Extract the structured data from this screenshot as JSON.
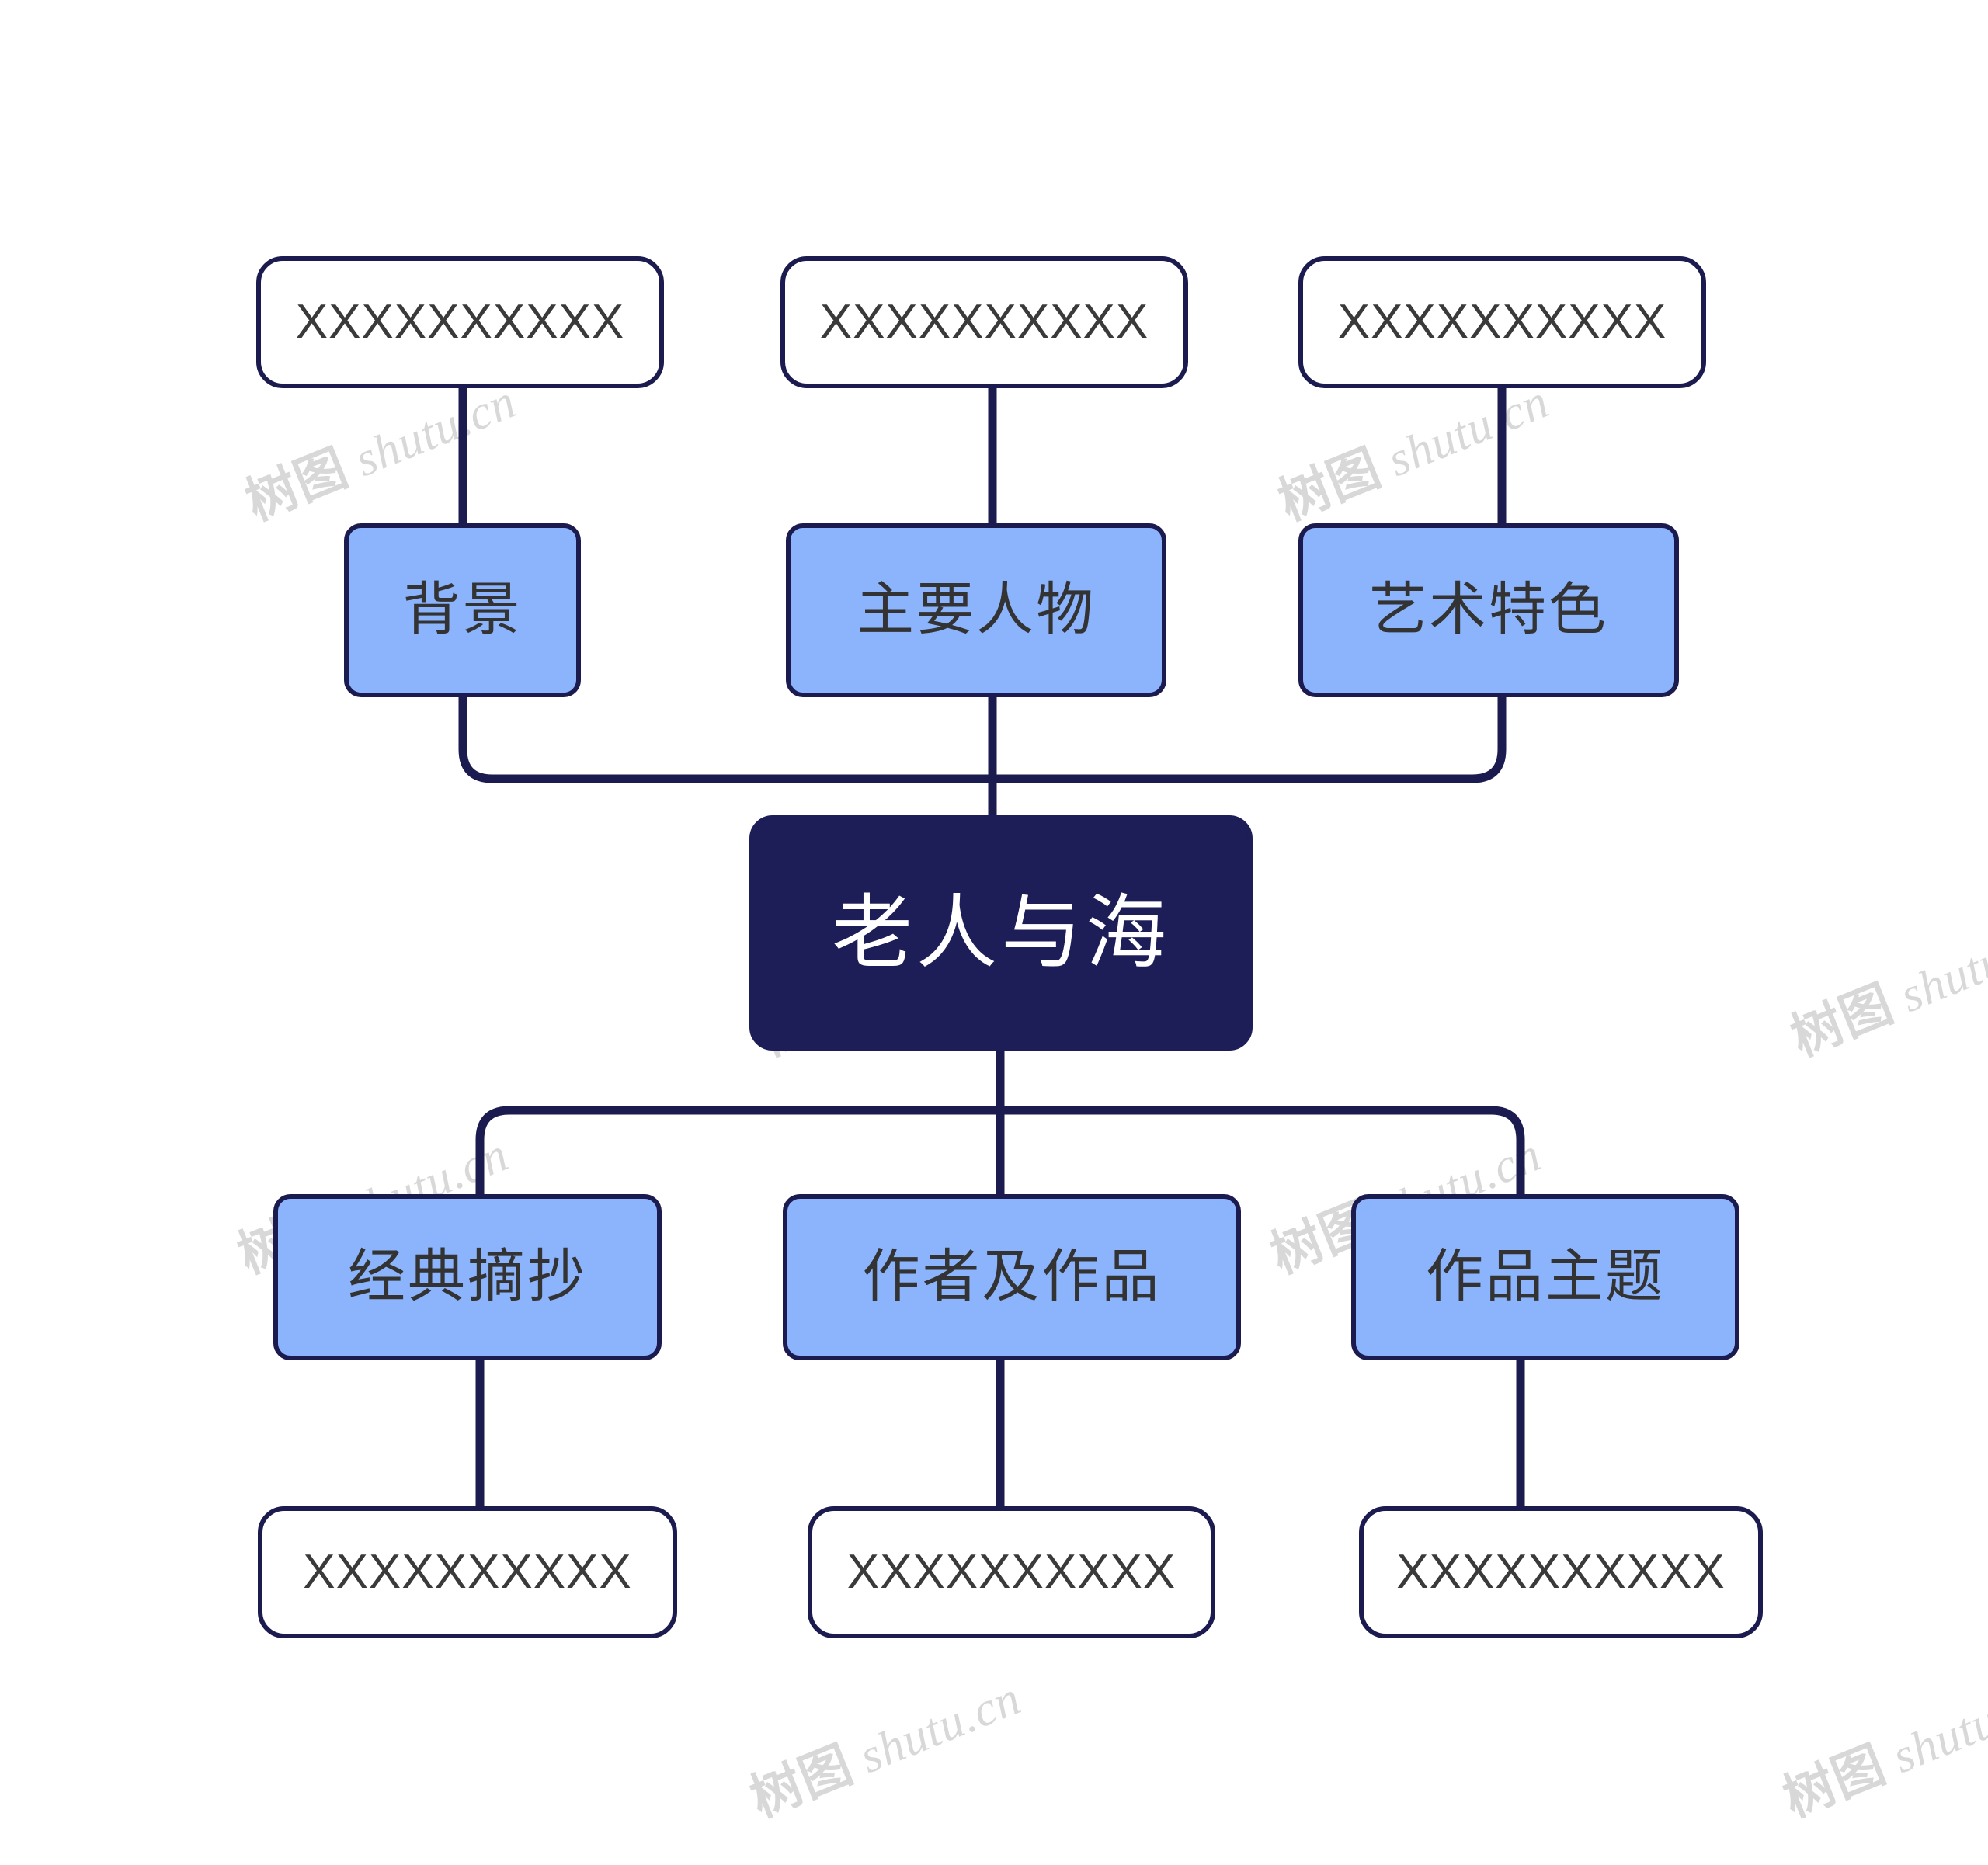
{
  "diagram": {
    "type": "mind-map",
    "title": "老人与海",
    "root": {
      "id": "root",
      "label": "老人与海",
      "fill": "#1d1d57",
      "text_color": "#ffffff",
      "border_color": "#1d1d57"
    },
    "branch_fill": "#8cb4fc",
    "branch_border": "#1b1b50",
    "leaf_fill": "#ffffff",
    "leaf_border": "#1b1b50",
    "connector_color": "#1b1b50",
    "background": "#ffffff",
    "upper_branches": [
      {
        "id": "b1",
        "label": "背景",
        "leaf": "XXXXXXXXXX"
      },
      {
        "id": "b2",
        "label": "主要人物",
        "leaf": "XXXXXXXXXX"
      },
      {
        "id": "b3",
        "label": "艺术特色",
        "leaf": "XXXXXXXXXX"
      }
    ],
    "lower_branches": [
      {
        "id": "b4",
        "label": "经典摘抄",
        "leaf": "XXXXXXXXXX"
      },
      {
        "id": "b5",
        "label": "作者及作品",
        "leaf": "XXXXXXXXXX"
      },
      {
        "id": "b6",
        "label": "作品主题",
        "leaf": "XXXXXXXXXX"
      }
    ]
  },
  "watermark": {
    "cjk": "树图",
    "latin": "shutu.cn",
    "color": "#d8d8d8"
  }
}
